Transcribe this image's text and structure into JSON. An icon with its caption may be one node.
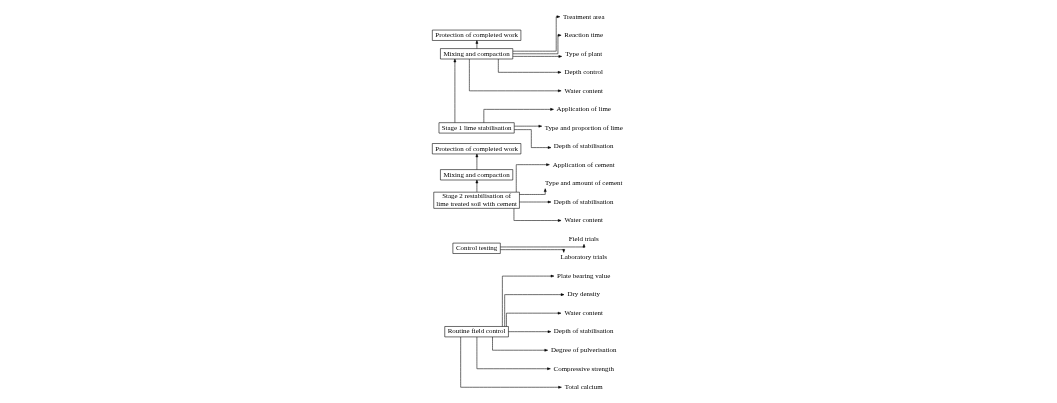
{
  "diagram": {
    "nodes": [
      {
        "text": [
          "Stage 1 lime stabilisation"
        ]
      },
      {
        "text": [
          "Depth of stabilisation"
        ]
      },
      {
        "text": [
          "Type and proportion of lime"
        ]
      },
      {
        "text": [
          "Application of lime"
        ]
      },
      {
        "text": [
          "Mixing and compaction"
        ]
      },
      {
        "text": [
          "Water content"
        ]
      },
      {
        "text": [
          "Depth control"
        ]
      },
      {
        "text": [
          "Type of plant"
        ]
      },
      {
        "text": [
          "Reaction time"
        ]
      },
      {
        "text": [
          "Treatment area"
        ]
      },
      {
        "text": [
          "Protection of completed work"
        ]
      },
      {
        "text": [
          "Stage 2 restabilisation of lime treated soil with cement"
        ]
      },
      {
        "text": [
          "Water content"
        ]
      },
      {
        "text": [
          "Depth of stabilisation"
        ]
      },
      {
        "text": [
          "Type and amount of cement"
        ]
      },
      {
        "text": [
          "Application of cement"
        ]
      },
      {
        "text": [
          "Mixing and compaction"
        ]
      },
      {
        "text": [
          "Protection of completed work"
        ]
      },
      {
        "text": [
          "Control testing"
        ]
      },
      {
        "text": [
          "Laboratory trials"
        ]
      },
      {
        "text": [
          "Field trials"
        ]
      },
      {
        "text": [
          "Routine field control"
        ]
      },
      {
        "text": [
          "Total calcium"
        ]
      },
      {
        "text": [
          "Compressive strength"
        ]
      },
      {
        "text": [
          "Degree of pulverisation"
        ]
      },
      {
        "text": [
          "Depth of stabilisation"
        ]
      },
      {
        "text": [
          "Water content"
        ]
      },
      {
        "text": [
          "Dry density"
        ]
      },
      {
        "text": [
          "Plate bearing value"
        ]
      }
    ],
    "edges": [
      {
        "from": 0,
        "to": 1,
        "arrow": "to"
      },
      {
        "from": 0,
        "to": 2,
        "arrow": "to"
      },
      {
        "from": 0,
        "to": 3,
        "arrow": "to"
      },
      {
        "from": 0,
        "to": 4,
        "arrow": "to"
      },
      {
        "from": 4,
        "to": 5,
        "arrow": "to"
      },
      {
        "from": 4,
        "to": 6,
        "arrow": "to"
      },
      {
        "from": 4,
        "to": 7,
        "arrow": "to"
      },
      {
        "from": 4,
        "to": 8,
        "arrow": "to"
      },
      {
        "from": 4,
        "to": 9,
        "arrow": "to"
      },
      {
        "from": 4,
        "to": 10,
        "arrow": "to"
      },
      {
        "from": 11,
        "to": 12,
        "arrow": "to"
      },
      {
        "from": 11,
        "to": 13,
        "arrow": "to"
      },
      {
        "from": 11,
        "to": 14,
        "arrow": "to"
      },
      {
        "from": 11,
        "to": 15,
        "arrow": "to"
      },
      {
        "from": 11,
        "to": 16,
        "arrow": "to"
      },
      {
        "from": 16,
        "to": 17,
        "arrow": "to"
      },
      {
        "from": 18,
        "to": 19,
        "arrow": "to"
      },
      {
        "from": 18,
        "to": 20,
        "arrow": "to"
      },
      {
        "from": 21,
        "to": 22,
        "arrow": "to"
      },
      {
        "from": 21,
        "to": 23,
        "arrow": "to"
      },
      {
        "from": 21,
        "to": 24,
        "arrow": "to"
      },
      {
        "from": 21,
        "to": 25,
        "arrow": "to"
      },
      {
        "from": 21,
        "to": 26,
        "arrow": "to"
      },
      {
        "from": 21,
        "to": 27,
        "arrow": "to"
      },
      {
        "from": 21,
        "to": 28,
        "arrow": "to"
      }
    ]
  }
}
